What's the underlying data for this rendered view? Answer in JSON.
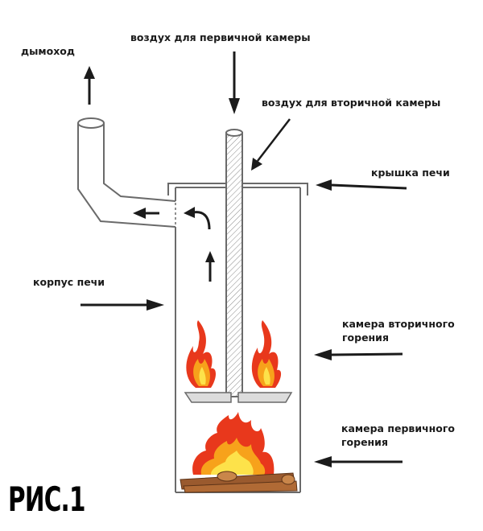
{
  "labels": {
    "chimney": "дымоход",
    "primary_air": "воздух для первичной камеры",
    "secondary_air": "воздух для вторичной камеры",
    "lid": "крышка печи",
    "body": "корпус печи",
    "secondary_chamber_line1": "камера вторичного",
    "secondary_chamber_line2": "горения",
    "primary_chamber_line1": "камера первичного",
    "primary_chamber_line2": "горения"
  },
  "figure_label": "РИС.1",
  "colors": {
    "outline": "#6a6a6a",
    "arrow": "#1b1b1b",
    "flame_outer": "#e8381c",
    "flame_mid": "#f7a21b",
    "flame_inner": "#fde24a",
    "wood": "#9a5a2e"
  }
}
